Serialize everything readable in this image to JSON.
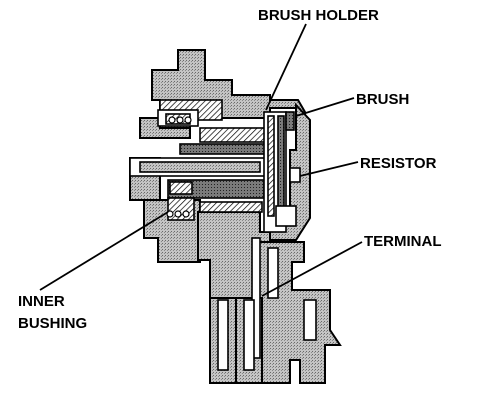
{
  "labels": {
    "brush_holder": "BRUSH HOLDER",
    "brush": "BRUSH",
    "resistor": "RESISTOR",
    "terminal": "TERMINAL",
    "inner_bushing_line1": "INNER",
    "inner_bushing_line2": "BUSHING"
  },
  "colors": {
    "ink": "#000000",
    "shade": "#b9b9b9",
    "paper": "#ffffff"
  }
}
